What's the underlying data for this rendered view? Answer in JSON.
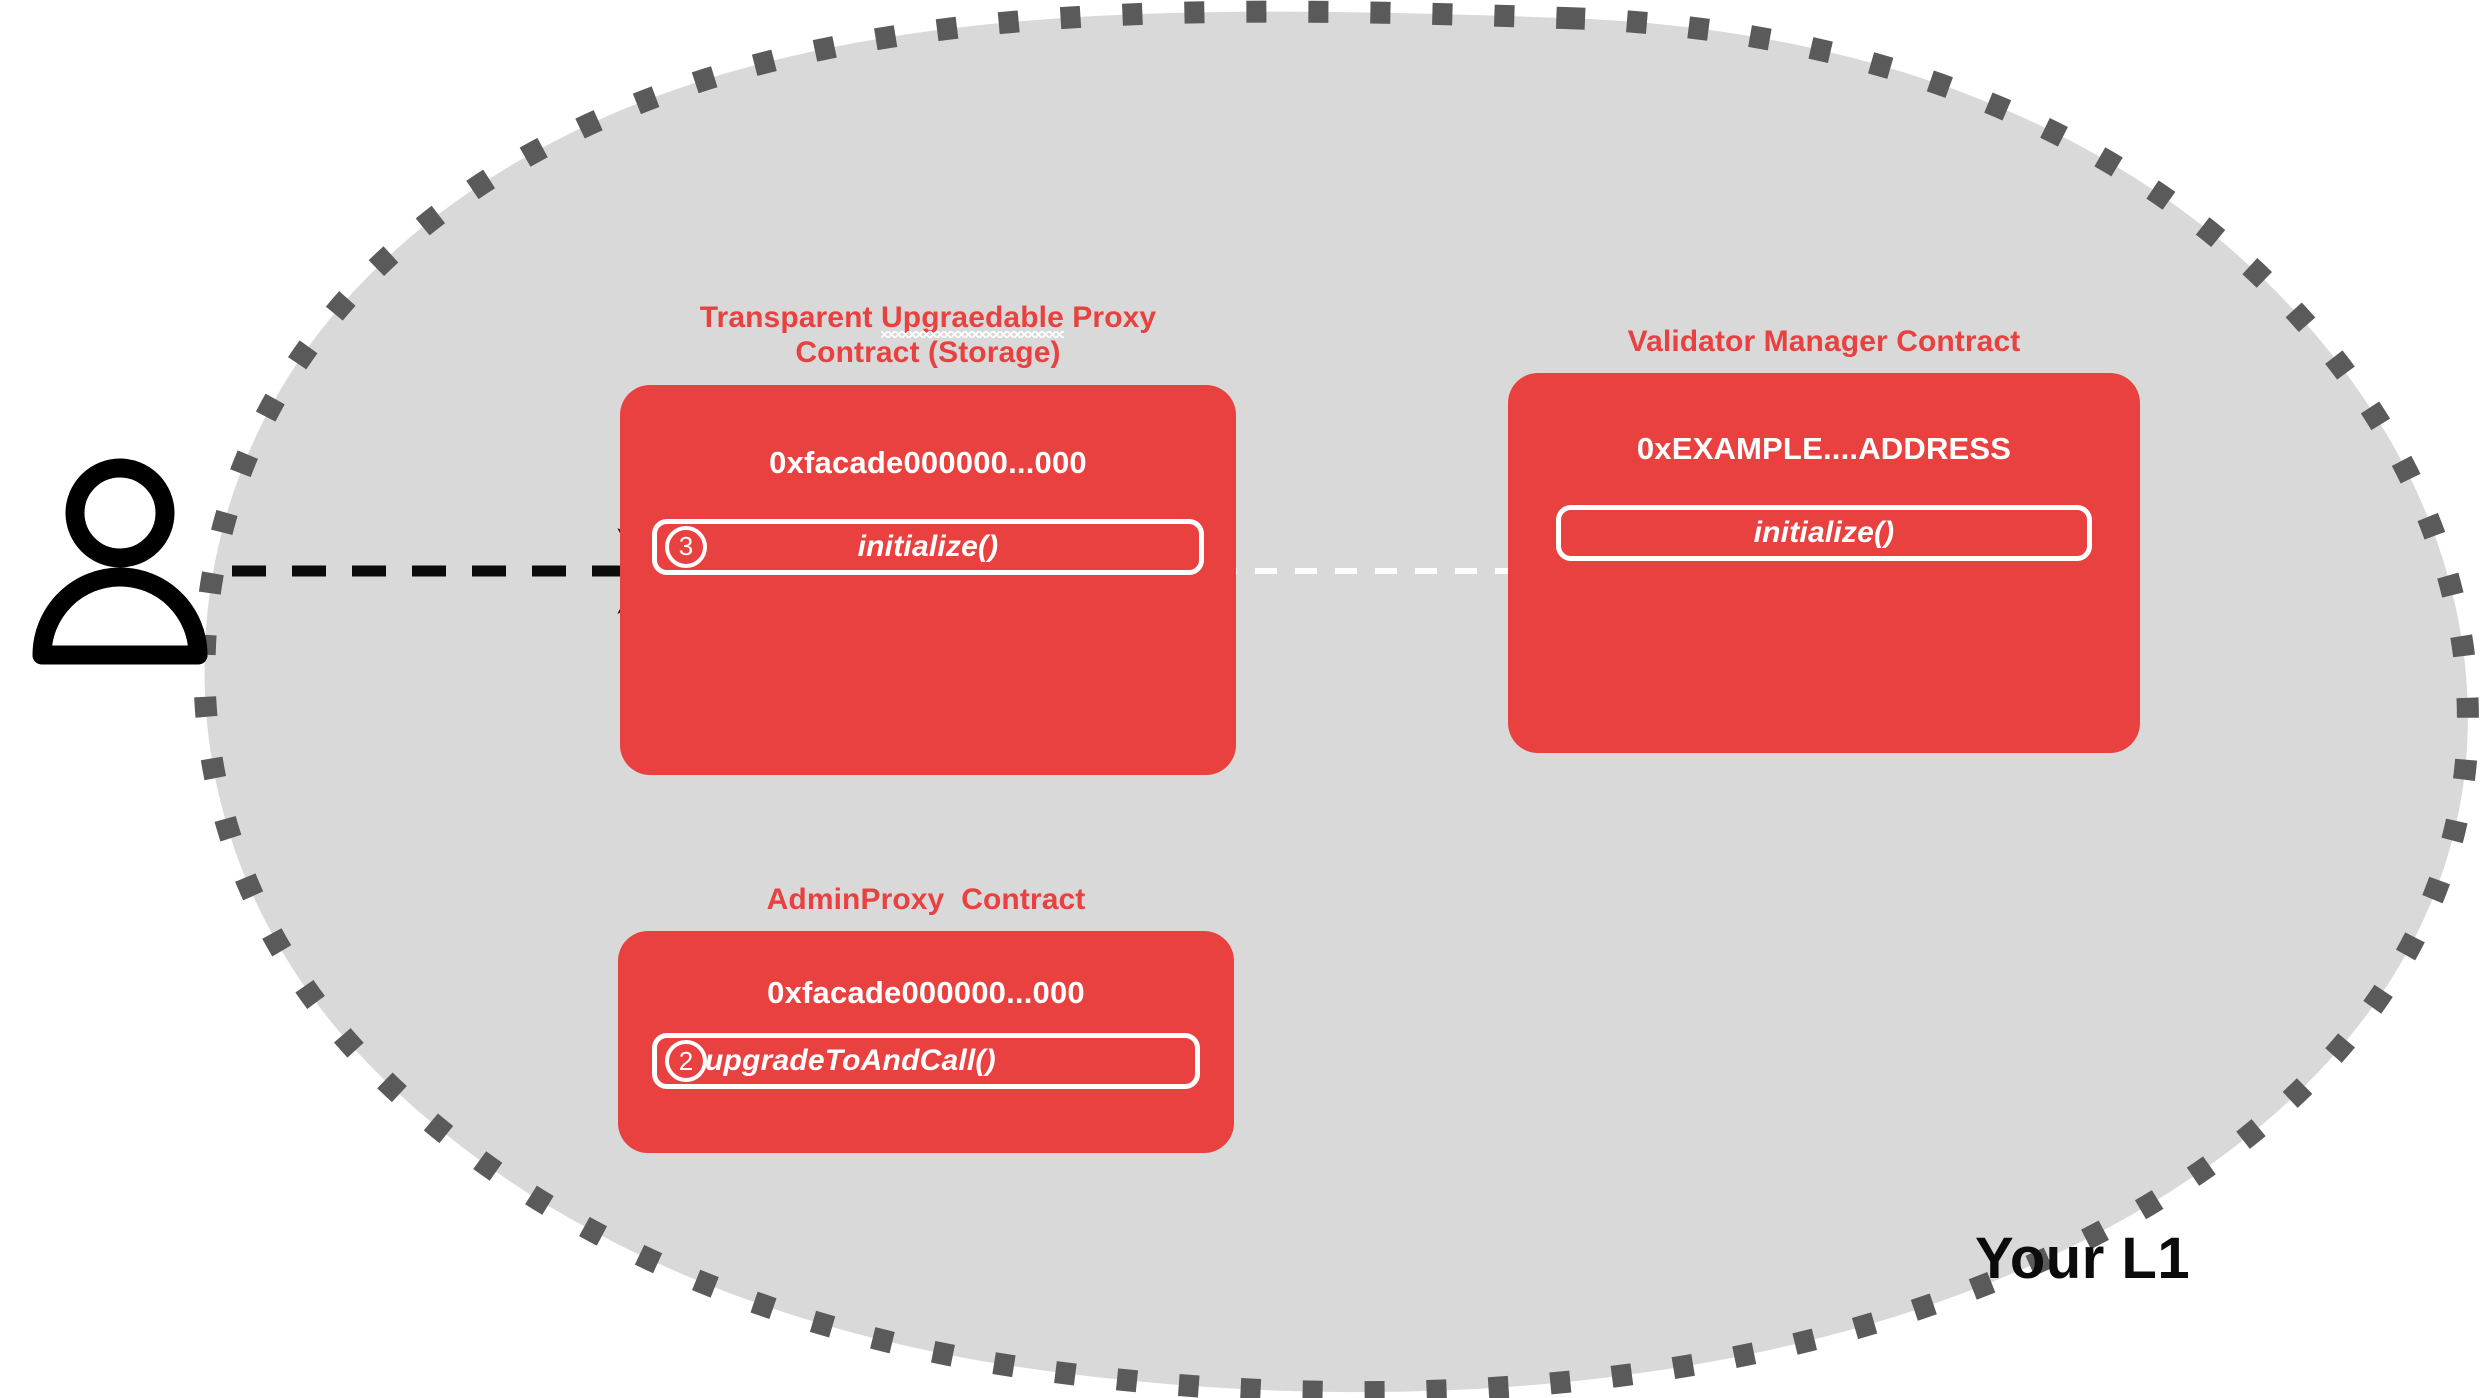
{
  "diagram": {
    "network_label": "Your L1",
    "actor": {
      "icon": "user-icon"
    },
    "colors": {
      "contract_red": "#e8413f",
      "blob_fill": "#d9d9d9",
      "blob_border": "#5a5a5a",
      "arrow_black": "#0b0b0b",
      "arrow_white": "#ffffff",
      "text_white": "#ffffff",
      "label_black": "#0b0b0b"
    },
    "contracts": [
      {
        "id": "transparent-upgradeable-proxy",
        "title_line1_prefix": "Transparent ",
        "title_line1_misspelled": "Upgraedable",
        "title_line1_suffix": " Proxy",
        "title_line2": "Contract (Storage)",
        "title_full": "Transparent Upgraedable Proxy Contract (Storage)",
        "address": "0xfacade000000...000",
        "methods": [
          {
            "step": "3",
            "name": "initialize()"
          }
        ]
      },
      {
        "id": "validator-manager",
        "title_full": "Validator Manager Contract",
        "address": "0xEXAMPLE....ADDRESS",
        "methods": [
          {
            "step": "",
            "name": "initialize()"
          }
        ]
      },
      {
        "id": "admin-proxy",
        "title_full": "AdminProxy  Contract",
        "address": "0xfacade000000...000",
        "methods": [
          {
            "step": "2",
            "name": "upgradeToAndCall()"
          }
        ]
      }
    ],
    "connections": [
      {
        "id": "user-to-proxy",
        "style": "dashed",
        "color": "#0b0b0b",
        "from": "user-icon",
        "to": "transparent-upgradeable-proxy.initialize()"
      },
      {
        "id": "proxy-to-validator-manager",
        "style": "dashed",
        "color": "#ffffff",
        "from": "transparent-upgradeable-proxy.initialize()",
        "to": "validator-manager.initialize()"
      }
    ]
  }
}
